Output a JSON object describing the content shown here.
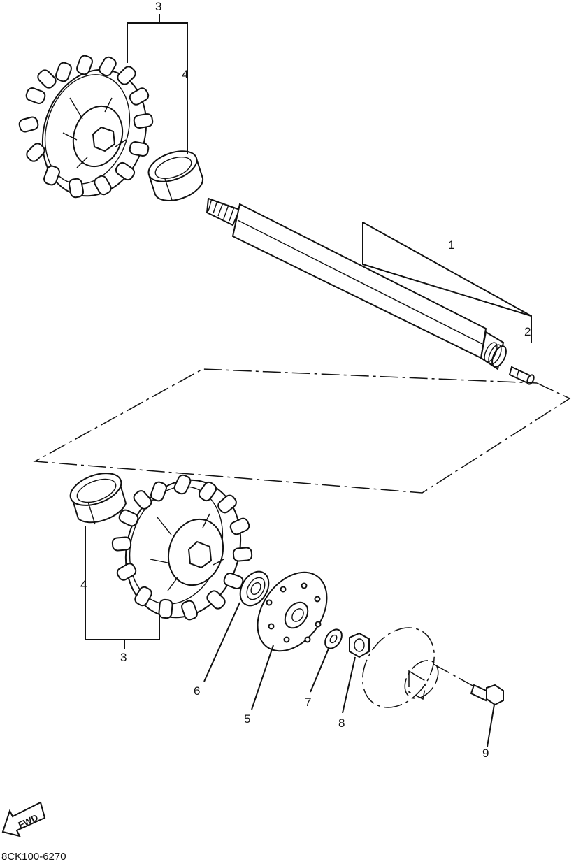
{
  "labels": {
    "top_3": "3",
    "top_4": "4",
    "label_1": "1",
    "label_2": "2",
    "bottom_4": "4",
    "bottom_3": "3",
    "label_6": "6",
    "label_5": "5",
    "label_7": "7",
    "label_8": "8",
    "label_9": "9"
  },
  "fwd_text": "FWD",
  "diagram_code": "8CK100-6270"
}
